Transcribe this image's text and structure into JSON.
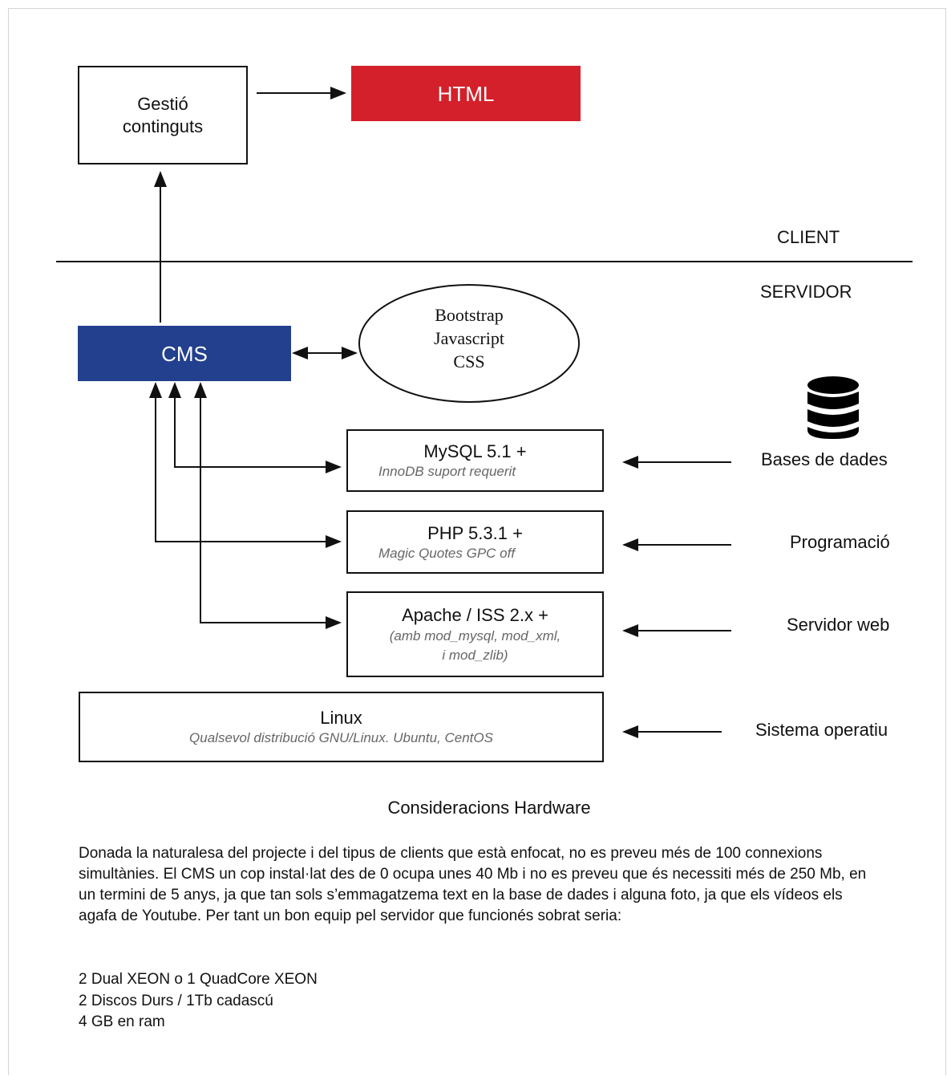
{
  "diagram": {
    "content_management": "Gestió\ncontinguts",
    "html": "HTML",
    "client": "CLIENT",
    "servidor": "SERVIDOR",
    "cms": "CMS",
    "frontend_libs": "Bootstrap\nJavascript\nCSS",
    "mysql": {
      "title": "MySQL 5.1 +",
      "note": "InnoDB suport requerit"
    },
    "php": {
      "title": "PHP 5.3.1 +",
      "note": "Magic Quotes GPC off"
    },
    "apache": {
      "title": "Apache / ISS 2.x +",
      "note": "(amb mod_mysql, mod_xml,\ni mod_zlib)"
    },
    "linux": {
      "title": "Linux",
      "note": "Qualsevol distribució GNU/Linux. Ubuntu, CentOS"
    },
    "side_labels": {
      "databases": "Bases de dades",
      "programming": "Programació",
      "web_server": "Servidor web",
      "os": "Sistema operatiu"
    },
    "database_icon": "database-icon",
    "colors": {
      "html": "#d4202a",
      "cms": "#23408e"
    }
  },
  "hardware": {
    "heading": "Consideracions Hardware",
    "paragraph": "Donada la naturalesa del projecte i del tipus de clients que està enfocat, no es preveu més de 100 connexions simultànies. El CMS un cop instal·lat des de 0 ocupa unes 40 Mb i no es preveu que és necessiti més de 250 Mb, en un termini de 5 anys, ja que tan sols s’emmagatzema text en la base de dades i alguna foto, ja que els vídeos els agafa de Youtube. Per tant un bon equip pel servidor que funcionés sobrat seria:",
    "items": [
      "2 Dual XEON o 1 QuadCore XEON",
      "2 Discos Durs / 1Tb cadascú",
      "4 GB en ram"
    ]
  }
}
